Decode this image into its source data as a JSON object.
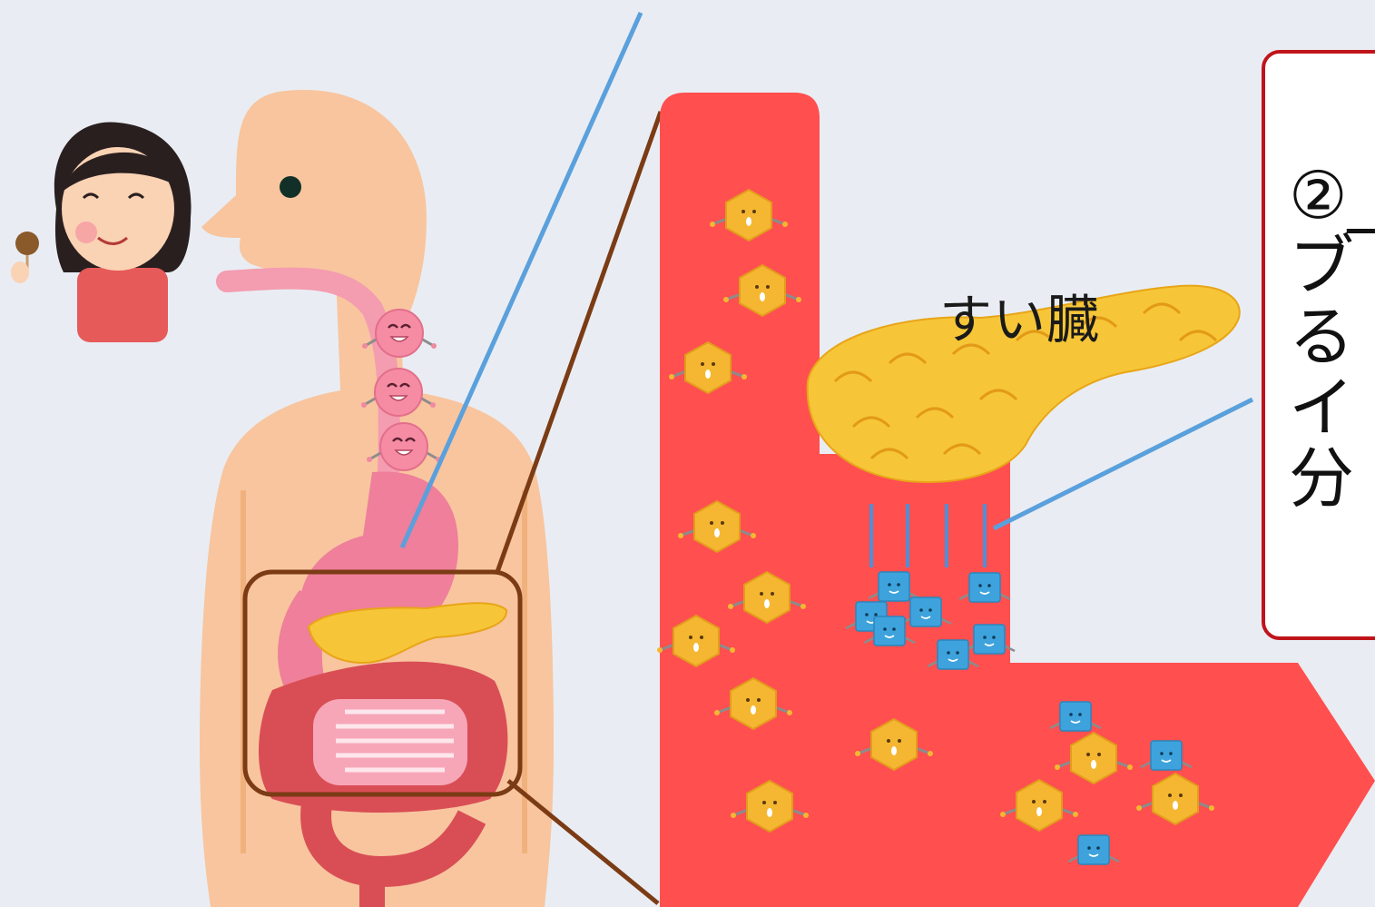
{
  "labels": {
    "pancreas": "すい臓"
  },
  "callout": {
    "lines": [
      "②_",
      "ブ",
      "る",
      "イ",
      "分"
    ]
  },
  "icons": {
    "person": "girl-eating-takoyaki-icon",
    "glucose": "glucose-hexagon-icon",
    "insulin": "insulin-square-icon",
    "digestion": "pink-smiling-blob-icon"
  },
  "colors": {
    "background": "#e9edf3",
    "body": "#f8c59f",
    "blood_vessel": "#ff4f4f",
    "glucose": "#f5b731",
    "insulin": "#3ea3dc",
    "pancreas": "#f6c638",
    "zoom_frame": "#7b3b14",
    "pointer_line": "#5aa0dc",
    "callout_border": "#c0141b"
  }
}
